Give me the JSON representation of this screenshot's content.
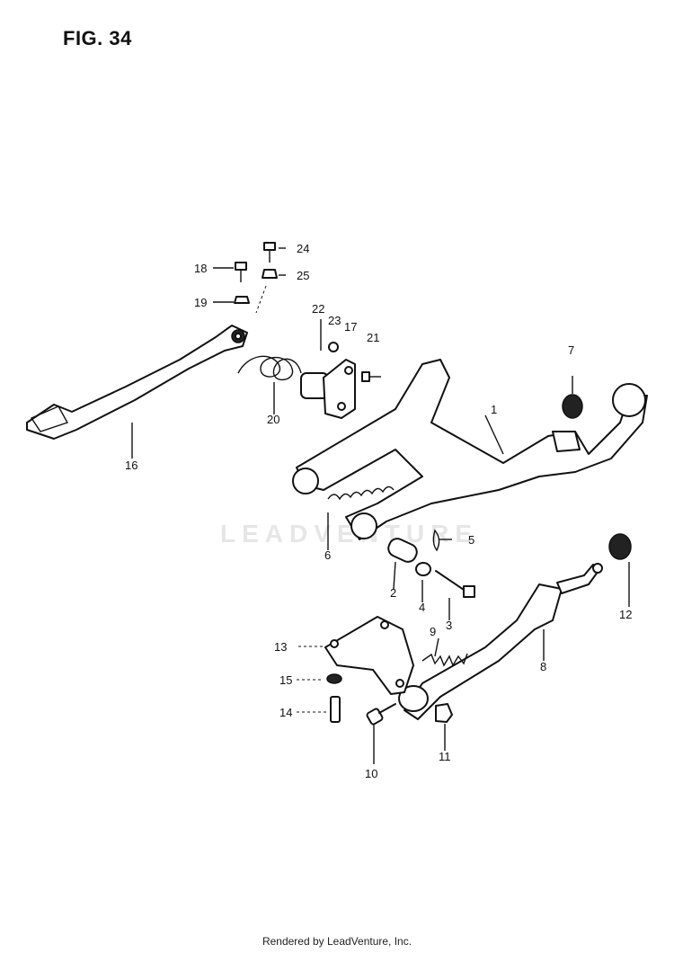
{
  "figure": {
    "title": "FIG. 34"
  },
  "watermark": "LEADVENTURE",
  "footer": "Rendered by LeadVenture, Inc.",
  "callouts": {
    "c1": "1",
    "c2": "2",
    "c3": "3",
    "c4": "4",
    "c5": "5",
    "c6": "6",
    "c7": "7",
    "c8": "8",
    "c9": "9",
    "c10": "10",
    "c11": "11",
    "c12": "12",
    "c13": "13",
    "c14": "14",
    "c15": "15",
    "c16": "16",
    "c17": "17",
    "c18": "18",
    "c19": "19",
    "c20": "20",
    "c21": "21",
    "c22": "22",
    "c23": "23",
    "c24": "24",
    "c25": "25"
  }
}
